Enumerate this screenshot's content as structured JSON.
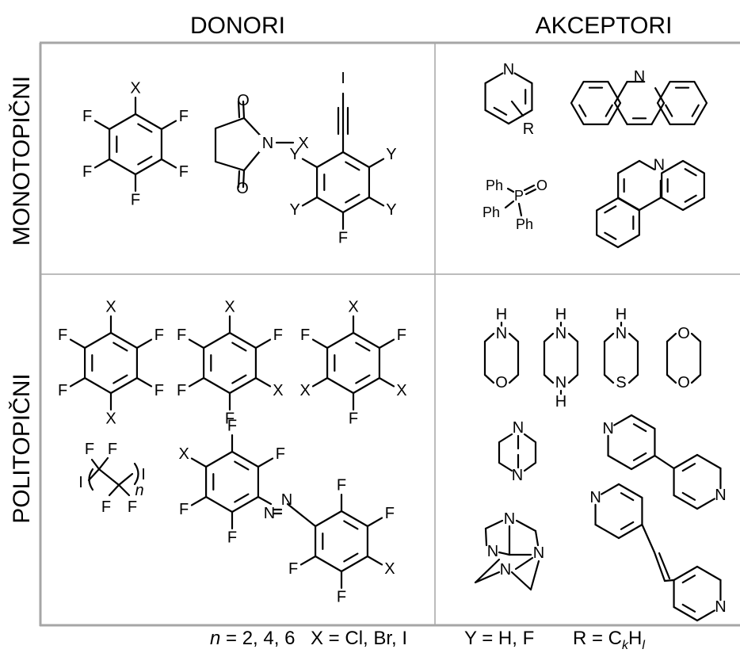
{
  "headers": {
    "donors": "DONORI",
    "acceptors": "AKCEPTORI",
    "monotopic": "MONOTOPIČNI",
    "polytopic": "POLITOPIČNI"
  },
  "atom_labels": {
    "X": "X",
    "F": "F",
    "Y": "Y",
    "I": "I",
    "N": "N",
    "O": "O",
    "S": "S",
    "H": "H",
    "R": "R",
    "P": "P",
    "Ph": "Ph",
    "n": "n"
  },
  "legend": {
    "n_var": "n",
    "n_values": " = 2, 4, 6",
    "x_def": "X = Cl, Br, I",
    "y_def": "Y = H, F",
    "r_def": "R = C",
    "r_sub_k": "k",
    "r_h": "H",
    "r_sub_l": "l"
  }
}
